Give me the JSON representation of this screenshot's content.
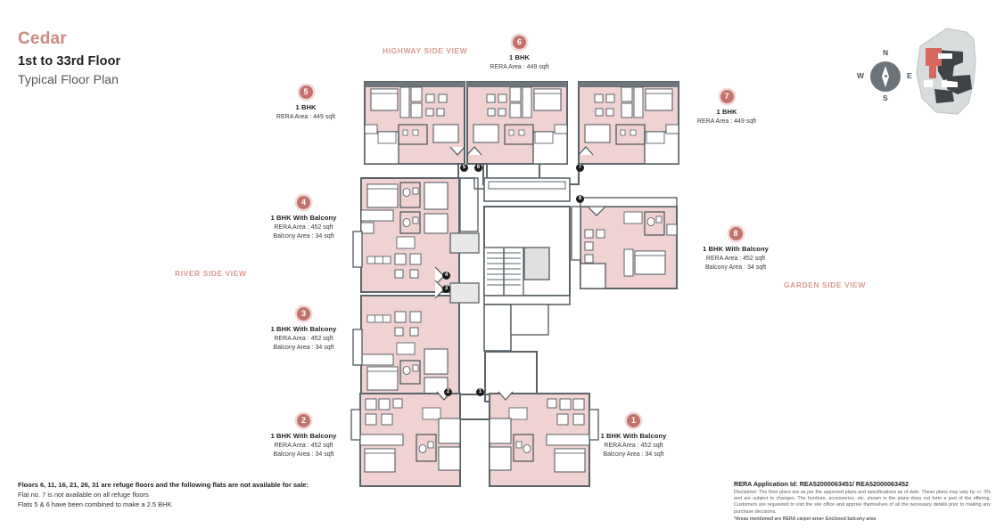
{
  "title": {
    "project": "Cedar",
    "floor_range": "1st to 33rd Floor",
    "plan_type": "Typical Floor Plan"
  },
  "side_views": {
    "highway": "HIGHWAY SIDE VIEW",
    "river": "RIVER SIDE VIEW",
    "garden": "GARDEN SIDE VIEW"
  },
  "compass": {
    "north": "N",
    "south": "S",
    "east": "E",
    "west": "W"
  },
  "units": [
    {
      "number": "1",
      "type": "1 BHK With Balcony",
      "rera_area": "RERA Area : 452 sqft",
      "balcony_area": "Balcony Area : 34 sqft"
    },
    {
      "number": "2",
      "type": "1 BHK With Balcony",
      "rera_area": "RERA Area : 452 sqft",
      "balcony_area": "Balcony Area : 34 sqft"
    },
    {
      "number": "3",
      "type": "1 BHK With Balcony",
      "rera_area": "RERA Area : 452 sqft",
      "balcony_area": "Balcony Area : 34 sqft"
    },
    {
      "number": "4",
      "type": "1 BHK With Balcony",
      "rera_area": "RERA Area : 452 sqft",
      "balcony_area": "Balcony Area : 34 sqft"
    },
    {
      "number": "5",
      "type": "1 BHK",
      "rera_area": "RERA Area : 449 sqft",
      "balcony_area": ""
    },
    {
      "number": "6",
      "type": "1 BHK",
      "rera_area": "RERA Area : 449 sqft",
      "balcony_area": ""
    },
    {
      "number": "7",
      "type": "1 BHK",
      "rera_area": "RERA Area : 449 sqft",
      "balcony_area": ""
    },
    {
      "number": "8",
      "type": "1 BHK With Balcony",
      "rera_area": "RERA Area : 452 sqft",
      "balcony_area": "Balcony Area : 34 sqft"
    }
  ],
  "plan_markers": [
    "1",
    "2",
    "3",
    "4",
    "5",
    "6",
    "7",
    "8"
  ],
  "footnote_left": {
    "heading": "Floors 6, 11, 16, 21, 26, 31 are refuge floors and the following flats are not available for sale:",
    "line1": "Flat no. 7 is not available on all refuge floors",
    "line2": "Flats 5 & 6 have been combined to make a 2.5 BHK"
  },
  "footnote_right": {
    "rera_id": "RERA Application Id: REA52000063451/ REA52000063452",
    "disclaimer": "Disclaimer: The floor plans are as per the approved plans and specifications as of date. These plans may vary by +/- 3% and are subject to changes. The furniture, accessories, etc. shown in the plans does not form a part of the offering. Customers are requested to visit the site office and apprise themselves of all the necessary details prior to making any purchase decisions.",
    "area_note": "*Areas mentioned are RERA carpet area+ Enclosed balcony area"
  },
  "colors": {
    "accent": "#c98b84",
    "badge": "#c4736c",
    "unit_fill": "#f0d2d2",
    "wall": "#5b6469",
    "compass": "#6d7479"
  }
}
